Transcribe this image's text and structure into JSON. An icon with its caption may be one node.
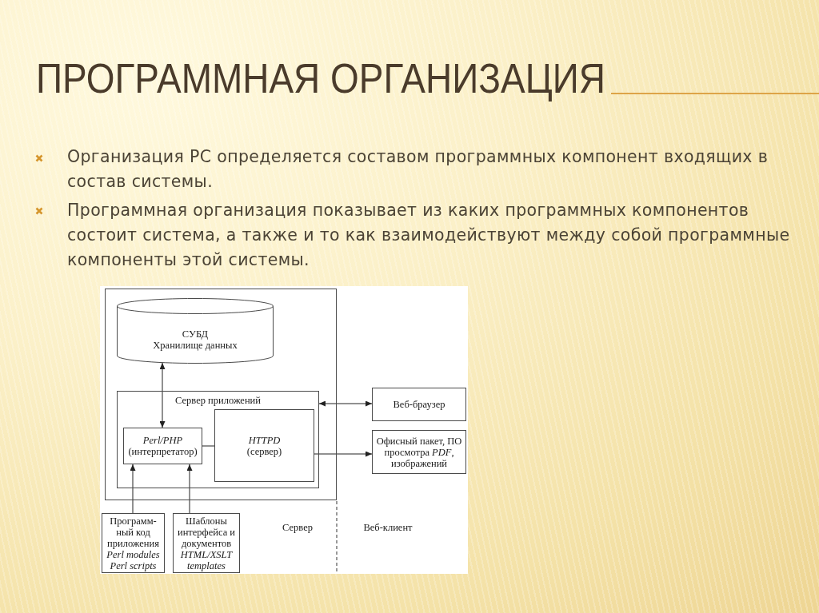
{
  "diagram": {
    "title": "ПРОГРАММНАЯ ОРГАНИЗАЦИЯ",
    "nodes": [
      {
        "text": [],
        "shape": "box"
      },
      {
        "text": [
          "СУБД",
          "Хранилище данных"
        ],
        "in": 0
      },
      {
        "text": [
          "Сервер приложений"
        ],
        "in": 0
      },
      {
        "text": [
          "*Perl/PHP* (интерпретатор)"
        ],
        "in": 2
      },
      {
        "text": [
          "*HTTPD* (сервер)"
        ],
        "in": 2
      },
      {
        "text": [
          "Веб-браузер"
        ]
      },
      {
        "text": [
          "Офисный пакет, ПО просмотра *PDF*, изображений"
        ]
      },
      {
        "text": [
          "Программ-ный код приложения *Perl modules Perl scripts*"
        ]
      },
      {
        "text": [
          "Шаблоны интерфейса и документов *HTML/XSLT templates*"
        ]
      }
    ],
    "edges": [
      {
        "from": 1,
        "to": 3,
        "arrow": "both"
      },
      {
        "from": 3,
        "to": 4,
        "arrow": "none"
      },
      {
        "from": 2,
        "to": 5,
        "arrow": "both"
      },
      {
        "from": 4,
        "to": 6,
        "arrow": "to"
      },
      {
        "from": 7,
        "to": 3,
        "arrow": "to"
      },
      {
        "from": 8,
        "to": 3,
        "arrow": "to"
      }
    ],
    "labels": [
      "Организация РС определяется составом программных компонент входящих в состав системы.",
      "Программная организация показывает из каких программных компонентов состоит система, а также и то как взаимодействуют между собой программные компоненты этой системы.",
      "Сервер",
      "Веб-клиент"
    ]
  }
}
